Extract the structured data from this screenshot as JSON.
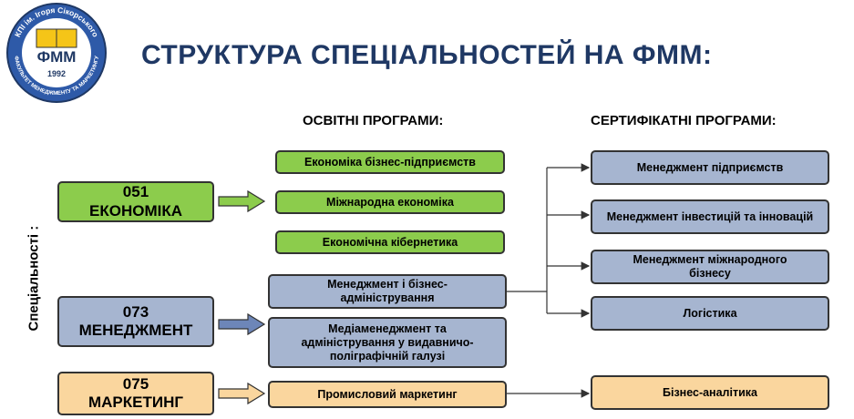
{
  "logo": {
    "top_text": "КПІ ім. Ігоря Сікорського",
    "bottom_text": "ФАКУЛЬТЕТ МЕНЕДЖМЕНТУ ТА МАРКЕТИНГУ",
    "center_text": "ФММ",
    "year": "1992"
  },
  "title": "СТРУКТУРА СПЕЦІАЛЬНОСТЕЙ НА ФММ:",
  "headers": {
    "programs": "ОСВІТНІ ПРОГРАМИ:",
    "certificates": "СЕРТИФІКАТНІ ПРОГРАМИ:",
    "specialties": "Спеціальності :"
  },
  "specialties": [
    {
      "code": "051",
      "name": "ЕКОНОМІКА"
    },
    {
      "code": "073",
      "name": "МЕНЕДЖМЕНТ"
    },
    {
      "code": "075",
      "name": "МАРКЕТИНГ"
    }
  ],
  "programs": [
    "Економіка бізнес-підприємств",
    "Міжнародна економіка",
    "Економічна кібернетика",
    "Менеджмент і бізнес-адміністрування",
    "Медіаменеджмент та адміністрування у видавничо-поліграфічній галузі",
    "Промисловий маркетинг"
  ],
  "certificates": [
    "Менеджмент підприємств",
    "Менеджмент інвестицій та інновацій",
    "Менеджмент міжнародного бізнесу",
    "Логістика",
    "Бізнес-аналітика"
  ],
  "colors": {
    "title": "#1f3864",
    "economics": "#8ccc4c",
    "management": "#a6b5d0",
    "marketing": "#fad69e"
  }
}
